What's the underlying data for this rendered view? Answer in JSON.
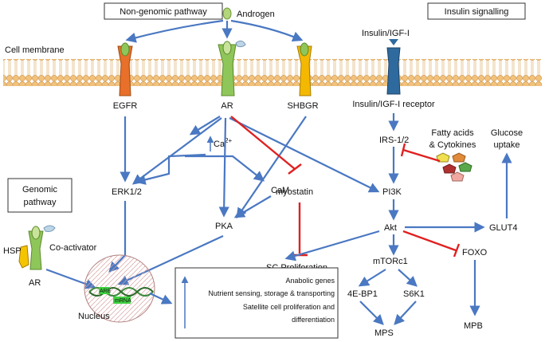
{
  "header": {
    "nongenomic_title": "Non-genomic pathway",
    "androgen": "Androgen",
    "insulin_signalling_title": "Insulin signalling",
    "insulin_igf": "Insulin/IGF-I"
  },
  "membrane": {
    "label": "Cell membrane"
  },
  "receptors": {
    "egfr": "EGFR",
    "ar": "AR",
    "shbgr": "SHBGR",
    "insulin_receptor": "Insulin/IGF-I receptor"
  },
  "nodes": {
    "ca": "Ca",
    "ca_sup": "2+",
    "cam": "CaM",
    "erk": "ERK1/2",
    "pka": "PKA",
    "myostatin": "myostatin",
    "sc_proliferation": "SC Proliferation",
    "irs": "IRS-1/2",
    "pi3k": "PI3K",
    "akt": "Akt",
    "glut4": "GLUT4",
    "glucose_uptake_1": "Glucose",
    "glucose_uptake_2": "uptake",
    "fatty_acids_1": "Fatty acids",
    "fatty_acids_2": "& Cytokines",
    "mtorc1": "mTORc1",
    "foxo": "FOXO",
    "ebp1": "4E-BP1",
    "s6k1": "S6K1",
    "mps": "MPS",
    "mpb": "MPB"
  },
  "genomic": {
    "title_1": "Genomic",
    "title_2": "pathway",
    "hsp": "HSP",
    "coactivator": "Co-activator",
    "ar": "AR",
    "nucleus": "Nucleus",
    "are": "ARE",
    "mrna": "mRNA"
  },
  "outcomes": {
    "line1": "Anabolic genes",
    "line2": "Nutrient sensing, storage & transporting",
    "line3": "Satellite cell proliferation and",
    "line4": "differentiation"
  },
  "colors": {
    "activation": "#4a78c2",
    "inhibition": "#e02020",
    "membrane": "#f2c27b",
    "egfr": "#e8702a",
    "ar": "#8fc65a",
    "shbgr": "#f5b800",
    "insulin_receptor": "#2f6a9e"
  }
}
